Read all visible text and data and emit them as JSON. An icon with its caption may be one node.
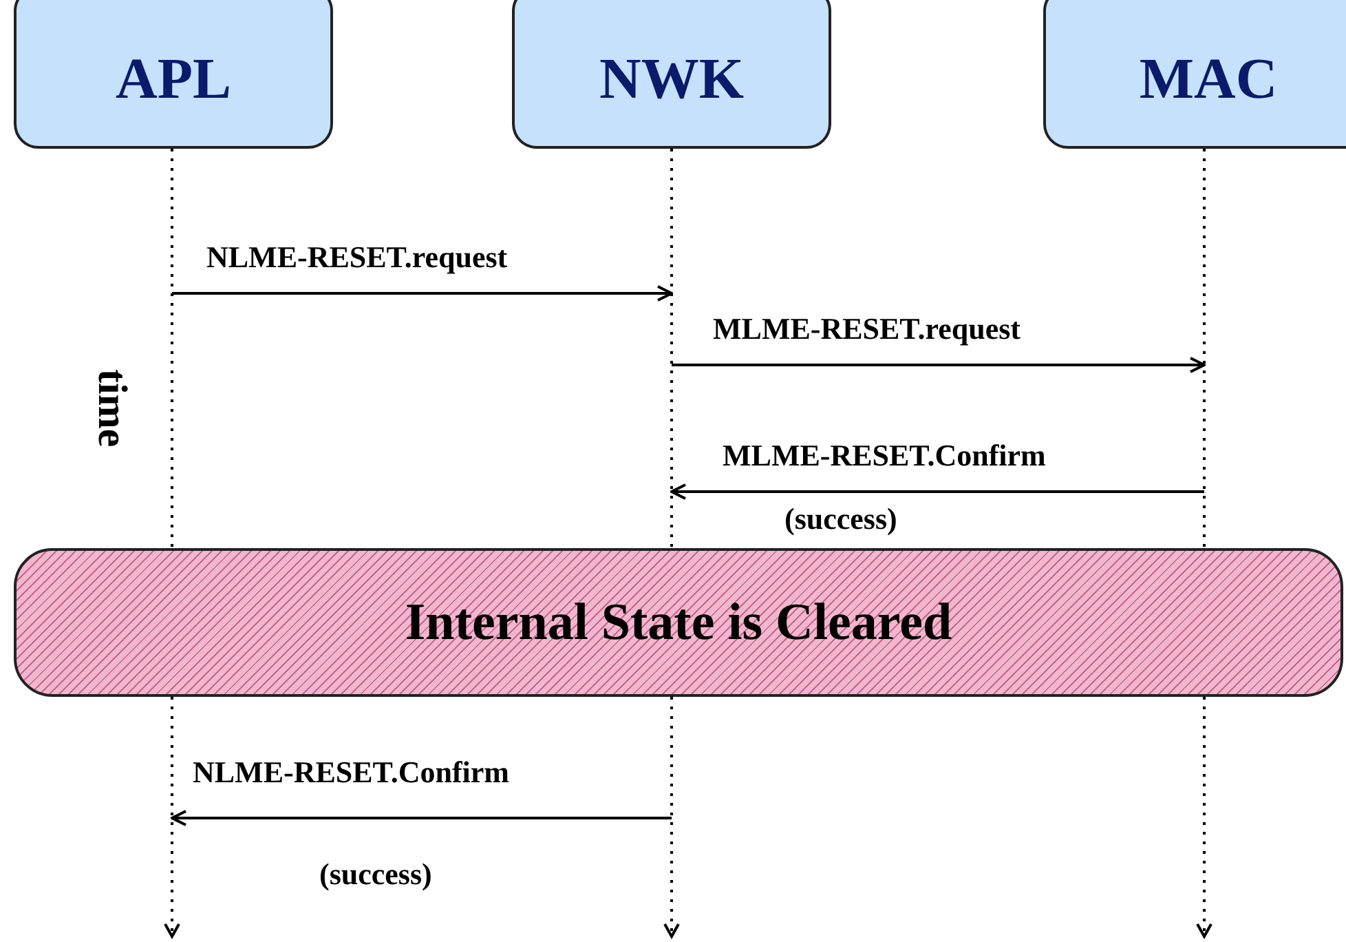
{
  "diagram": {
    "nodes": [
      {
        "text": [
          "APL"
        ]
      },
      {
        "text": [
          "NWK"
        ]
      },
      {
        "text": [
          "MAC"
        ]
      },
      {
        "text": [
          "Internal State is Cleared"
        ]
      }
    ],
    "edges": [
      {
        "from": 0,
        "to": 1,
        "arrow": "to",
        "label": "NLME-RESET.request"
      },
      {
        "from": 1,
        "to": 2,
        "arrow": "to",
        "label": "MLME-RESET.request"
      },
      {
        "from": 2,
        "to": 1,
        "arrow": "to",
        "label": "MLME-RESET.Confirm"
      },
      {
        "from": 1,
        "to": 0,
        "arrow": "to",
        "label": "NLME-RESET.Confirm"
      }
    ],
    "labels": [
      "time",
      "(success)",
      "(success)"
    ]
  }
}
